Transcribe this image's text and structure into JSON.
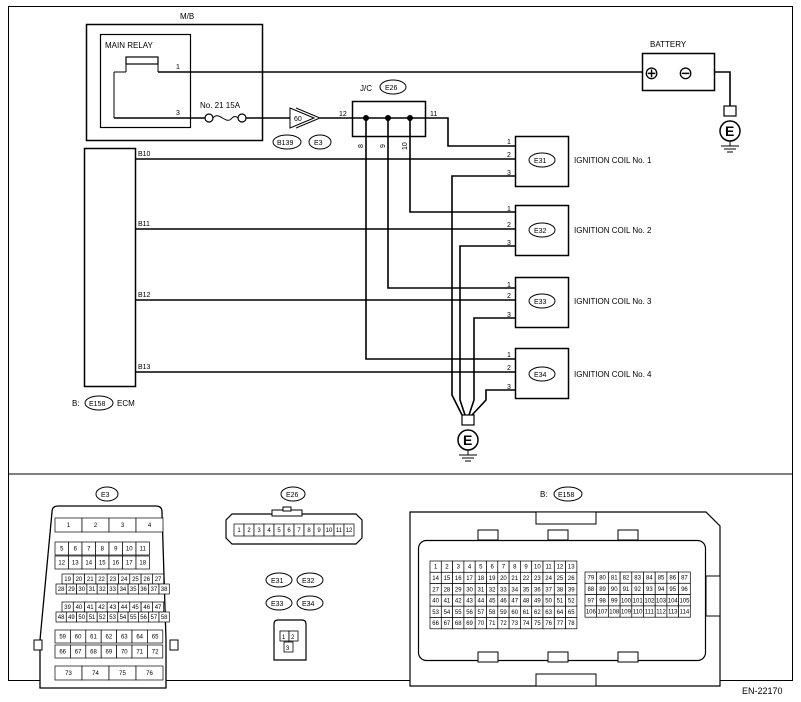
{
  "frame": {
    "ref": "EN-22170"
  },
  "mb": {
    "title": "M/B",
    "relay_label": "MAIN RELAY",
    "pin_top": "1",
    "pin_bottom": "3",
    "fuse_label": "No. 21  15A"
  },
  "battery": {
    "label": "BATTERY",
    "plus": "⊕",
    "minus": "⊖"
  },
  "ground": {
    "symbol": "E"
  },
  "jc": {
    "title": "J/C",
    "connector": "E26",
    "pin_in": "12",
    "pin_out": "11",
    "pins_bottom": [
      "8",
      "9",
      "10"
    ]
  },
  "splice": {
    "pin": "60",
    "conn_a": "B139",
    "conn_b": "E3"
  },
  "ecm": {
    "prefix": "B:",
    "connector": "E158",
    "label": "ECM",
    "pins": [
      "B10",
      "B11",
      "B12",
      "B13"
    ]
  },
  "coils": [
    {
      "connector": "E31",
      "label": "IGNITION COIL No. 1",
      "pins": [
        "1",
        "2",
        "3"
      ]
    },
    {
      "connector": "E32",
      "label": "IGNITION COIL No. 2",
      "pins": [
        "1",
        "2",
        "3"
      ]
    },
    {
      "connector": "E33",
      "label": "IGNITION COIL No. 3",
      "pins": [
        "1",
        "2",
        "3"
      ]
    },
    {
      "connector": "E34",
      "label": "IGNITION COIL No. 4",
      "pins": [
        "1",
        "2",
        "3"
      ]
    }
  ],
  "connector_views": {
    "e3": {
      "title": "E3",
      "rows": [
        [
          "1",
          "2",
          "3",
          "4"
        ],
        [
          "5",
          "6",
          "7",
          "8",
          "9",
          "10",
          "11"
        ],
        [
          "12",
          "13",
          "14",
          "15",
          "16",
          "17",
          "18"
        ],
        [
          "19",
          "20",
          "21",
          "22",
          "23",
          "24",
          "25",
          "26",
          "27"
        ],
        [
          "28",
          "29",
          "30",
          "31",
          "32",
          "33",
          "34",
          "35",
          "36",
          "37",
          "38"
        ],
        [
          "39",
          "40",
          "41",
          "42",
          "43",
          "44",
          "45",
          "46",
          "47"
        ],
        [
          "48",
          "49",
          "50",
          "51",
          "52",
          "53",
          "54",
          "55",
          "56",
          "57",
          "58"
        ],
        [
          "59",
          "60",
          "61",
          "62",
          "63",
          "64",
          "65"
        ],
        [
          "66",
          "67",
          "68",
          "69",
          "70",
          "71",
          "72"
        ],
        [
          "73",
          "74",
          "75",
          "76"
        ]
      ]
    },
    "e26": {
      "title": "E26",
      "pins": [
        "1",
        "2",
        "3",
        "4",
        "5",
        "6",
        "7",
        "8",
        "9",
        "10",
        "11",
        "12"
      ]
    },
    "coil_conn": {
      "titles": [
        "E31",
        "E32",
        "E33",
        "E34"
      ],
      "pins": [
        "1",
        "2",
        "3"
      ]
    },
    "e158": {
      "prefix": "B:",
      "title": "E158",
      "left_rows": [
        [
          "1",
          "2",
          "3",
          "4",
          "5",
          "6",
          "7",
          "8",
          "9",
          "10",
          "11",
          "12",
          "13"
        ],
        [
          "14",
          "15",
          "16",
          "17",
          "18",
          "19",
          "20",
          "21",
          "22",
          "23",
          "24",
          "25",
          "26"
        ],
        [
          "27",
          "28",
          "29",
          "30",
          "31",
          "32",
          "33",
          "34",
          "35",
          "36",
          "37",
          "38",
          "39"
        ],
        [
          "40",
          "41",
          "42",
          "43",
          "44",
          "45",
          "46",
          "47",
          "48",
          "49",
          "50",
          "51",
          "52"
        ],
        [
          "53",
          "54",
          "55",
          "56",
          "57",
          "58",
          "59",
          "60",
          "61",
          "62",
          "63",
          "64",
          "65"
        ],
        [
          "66",
          "67",
          "68",
          "69",
          "70",
          "71",
          "72",
          "73",
          "74",
          "75",
          "76",
          "77",
          "78"
        ]
      ],
      "right_rows": [
        [
          "79",
          "80",
          "81",
          "82",
          "83",
          "84",
          "85",
          "86",
          "87"
        ],
        [
          "88",
          "89",
          "90",
          "91",
          "92",
          "93",
          "94",
          "95",
          "96"
        ],
        [
          "97",
          "98",
          "99",
          "100",
          "101",
          "102",
          "103",
          "104",
          "105"
        ],
        [
          "106",
          "107",
          "108",
          "109",
          "110",
          "111",
          "112",
          "113",
          "114"
        ]
      ]
    }
  }
}
